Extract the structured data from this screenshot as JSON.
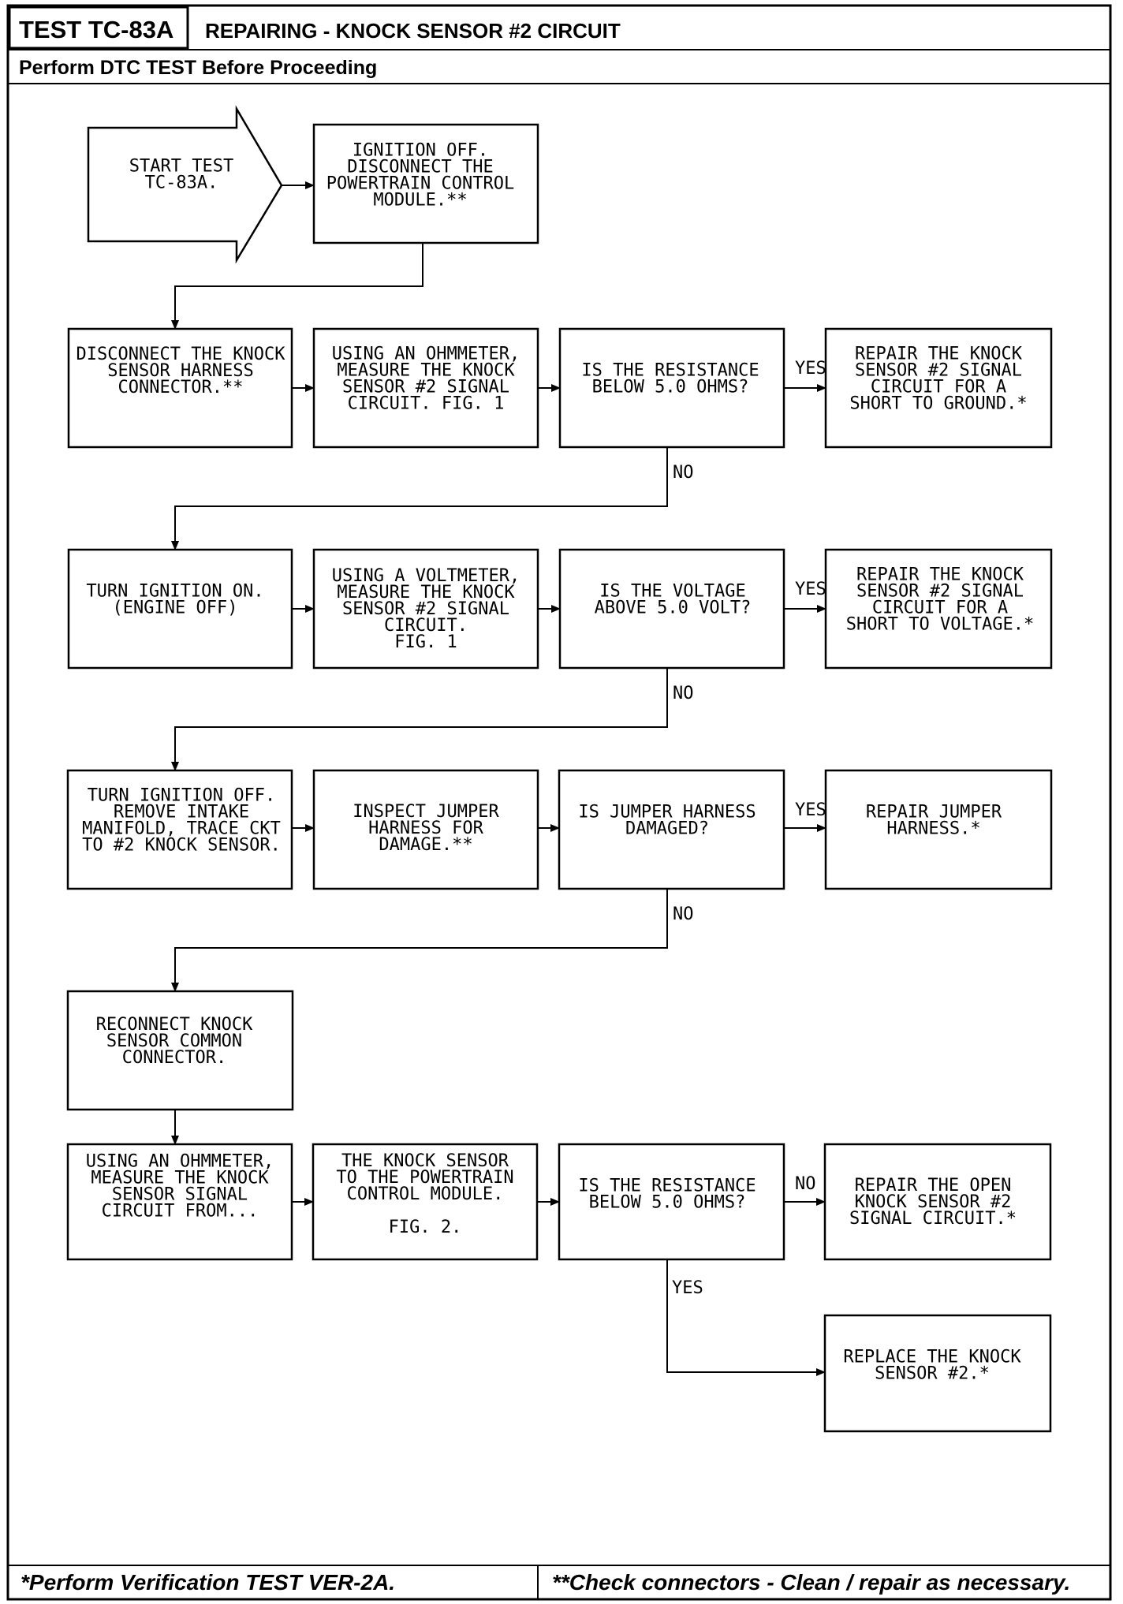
{
  "header": {
    "test_id": "TEST TC-83A",
    "title": "REPAIRING - KNOCK SENSOR #2 CIRCUIT",
    "subtitle": "Perform DTC TEST Before Proceeding"
  },
  "boxes": {
    "start": [
      "START TEST",
      "TC-83A."
    ],
    "ign_off_pcm": [
      "IGNITION OFF.",
      "DISCONNECT THE",
      "POWERTRAIN CONTROL",
      "MODULE.**"
    ],
    "disconnect_harness": [
      "DISCONNECT THE KNOCK",
      "SENSOR HARNESS",
      "CONNECTOR.**"
    ],
    "ohm_measure": [
      "USING AN OHMMETER,",
      "MEASURE THE KNOCK",
      "SENSOR #2 SIGNAL",
      "CIRCUIT. FIG. 1"
    ],
    "q_resistance_1": [
      "IS THE RESISTANCE",
      "BELOW 5.0 OHMS?"
    ],
    "repair_short_ground": [
      "REPAIR THE KNOCK",
      "SENSOR #2 SIGNAL",
      "CIRCUIT FOR A",
      "SHORT TO GROUND.*"
    ],
    "ign_on": [
      "TURN IGNITION ON.",
      "(ENGINE OFF)"
    ],
    "volt_measure": [
      "USING A VOLTMETER,",
      "MEASURE THE KNOCK",
      "SENSOR #2 SIGNAL",
      "CIRCUIT.",
      "FIG. 1"
    ],
    "q_voltage": [
      "IS THE VOLTAGE",
      "ABOVE 5.0 VOLT?"
    ],
    "repair_short_voltage": [
      "REPAIR THE KNOCK",
      "SENSOR #2 SIGNAL",
      "CIRCUIT FOR A",
      "SHORT TO VOLTAGE.*"
    ],
    "ign_off_manifold": [
      "TURN IGNITION OFF.",
      "REMOVE INTAKE",
      "MANIFOLD, TRACE CKT",
      "TO #2 KNOCK SENSOR."
    ],
    "inspect_jumper": [
      "INSPECT JUMPER",
      "HARNESS FOR",
      "DAMAGE.**"
    ],
    "q_jumper": [
      "IS JUMPER HARNESS",
      "DAMAGED?"
    ],
    "repair_jumper": [
      "REPAIR JUMPER",
      "HARNESS.*"
    ],
    "reconnect": [
      "RECONNECT KNOCK",
      "SENSOR COMMON",
      "CONNECTOR."
    ],
    "ohm_measure_2": [
      "USING AN OHMMETER,",
      "MEASURE THE KNOCK",
      "SENSOR SIGNAL",
      "CIRCUIT FROM..."
    ],
    "to_pcm": [
      "THE KNOCK SENSOR",
      "TO THE POWERTRAIN",
      "CONTROL MODULE.",
      "",
      "FIG. 2."
    ],
    "q_resistance_2": [
      "IS THE RESISTANCE",
      "BELOW 5.0 OHMS?"
    ],
    "repair_open": [
      "REPAIR THE OPEN",
      "KNOCK SENSOR #2",
      "SIGNAL CIRCUIT.*"
    ],
    "replace_sensor": [
      "REPLACE THE KNOCK",
      "SENSOR #2.*"
    ]
  },
  "labels": {
    "yes_1": "YES",
    "no_1": "NO",
    "yes_2": "YES",
    "no_2": "NO",
    "yes_3": "YES",
    "no_3": "NO",
    "no_4": "NO",
    "yes_4": "YES"
  },
  "footer": {
    "left": "*Perform Verification TEST VER-2A.",
    "right": "**Check connectors - Clean / repair as necessary."
  }
}
